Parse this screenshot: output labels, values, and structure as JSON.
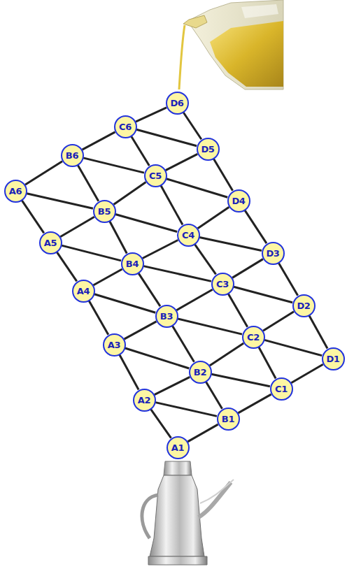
{
  "diagram": {
    "nodes": [
      {
        "text": [
          "D6"
        ]
      },
      {
        "text": [
          "C6"
        ]
      },
      {
        "text": [
          "D5"
        ]
      },
      {
        "text": [
          "B6"
        ]
      },
      {
        "text": [
          "C5"
        ]
      },
      {
        "text": [
          "A6"
        ]
      },
      {
        "text": [
          "D4"
        ]
      },
      {
        "text": [
          "B5"
        ]
      },
      {
        "text": [
          "C4"
        ]
      },
      {
        "text": [
          "A5"
        ]
      },
      {
        "text": [
          "D3"
        ]
      },
      {
        "text": [
          "B4"
        ]
      },
      {
        "text": [
          "C3"
        ]
      },
      {
        "text": [
          "A4"
        ]
      },
      {
        "text": [
          "D2"
        ]
      },
      {
        "text": [
          "B3"
        ]
      },
      {
        "text": [
          "C2"
        ]
      },
      {
        "text": [
          "A3"
        ]
      },
      {
        "text": [
          "D1"
        ]
      },
      {
        "text": [
          "B2"
        ]
      },
      {
        "text": [
          "C1"
        ]
      },
      {
        "text": [
          "A2"
        ]
      },
      {
        "text": [
          "B1"
        ]
      },
      {
        "text": [
          "A1"
        ]
      }
    ],
    "edges": [
      {
        "from": 23,
        "to": 21,
        "arrow": "none"
      },
      {
        "from": 21,
        "to": 17,
        "arrow": "none"
      },
      {
        "from": 17,
        "to": 13,
        "arrow": "none"
      },
      {
        "from": 13,
        "to": 9,
        "arrow": "none"
      },
      {
        "from": 9,
        "to": 5,
        "arrow": "none"
      },
      {
        "from": 22,
        "to": 19,
        "arrow": "none"
      },
      {
        "from": 19,
        "to": 15,
        "arrow": "none"
      },
      {
        "from": 15,
        "to": 11,
        "arrow": "none"
      },
      {
        "from": 11,
        "to": 7,
        "arrow": "none"
      },
      {
        "from": 7,
        "to": 3,
        "arrow": "none"
      },
      {
        "from": 20,
        "to": 16,
        "arrow": "none"
      },
      {
        "from": 16,
        "to": 12,
        "arrow": "none"
      },
      {
        "from": 12,
        "to": 8,
        "arrow": "none"
      },
      {
        "from": 8,
        "to": 4,
        "arrow": "none"
      },
      {
        "from": 4,
        "to": 1,
        "arrow": "none"
      },
      {
        "from": 18,
        "to": 14,
        "arrow": "none"
      },
      {
        "from": 14,
        "to": 10,
        "arrow": "none"
      },
      {
        "from": 10,
        "to": 6,
        "arrow": "none"
      },
      {
        "from": 6,
        "to": 2,
        "arrow": "none"
      },
      {
        "from": 2,
        "to": 0,
        "arrow": "none"
      },
      {
        "from": 23,
        "to": 22,
        "arrow": "none"
      },
      {
        "from": 22,
        "to": 20,
        "arrow": "none"
      },
      {
        "from": 20,
        "to": 18,
        "arrow": "none"
      },
      {
        "from": 21,
        "to": 19,
        "arrow": "none"
      },
      {
        "from": 19,
        "to": 16,
        "arrow": "none"
      },
      {
        "from": 16,
        "to": 14,
        "arrow": "none"
      },
      {
        "from": 17,
        "to": 15,
        "arrow": "none"
      },
      {
        "from": 15,
        "to": 12,
        "arrow": "none"
      },
      {
        "from": 12,
        "to": 10,
        "arrow": "none"
      },
      {
        "from": 13,
        "to": 11,
        "arrow": "none"
      },
      {
        "from": 11,
        "to": 8,
        "arrow": "none"
      },
      {
        "from": 8,
        "to": 6,
        "arrow": "none"
      },
      {
        "from": 9,
        "to": 7,
        "arrow": "none"
      },
      {
        "from": 7,
        "to": 4,
        "arrow": "none"
      },
      {
        "from": 4,
        "to": 2,
        "arrow": "none"
      },
      {
        "from": 5,
        "to": 3,
        "arrow": "none"
      },
      {
        "from": 3,
        "to": 1,
        "arrow": "none"
      },
      {
        "from": 1,
        "to": 0,
        "arrow": "none"
      },
      {
        "from": 21,
        "to": 22,
        "arrow": "none"
      },
      {
        "from": 17,
        "to": 19,
        "arrow": "none"
      },
      {
        "from": 13,
        "to": 15,
        "arrow": "none"
      },
      {
        "from": 9,
        "to": 11,
        "arrow": "none"
      },
      {
        "from": 5,
        "to": 7,
        "arrow": "none"
      },
      {
        "from": 19,
        "to": 20,
        "arrow": "none"
      },
      {
        "from": 15,
        "to": 16,
        "arrow": "none"
      },
      {
        "from": 11,
        "to": 12,
        "arrow": "none"
      },
      {
        "from": 7,
        "to": 8,
        "arrow": "none"
      },
      {
        "from": 3,
        "to": 4,
        "arrow": "none"
      },
      {
        "from": 16,
        "to": 18,
        "arrow": "none"
      },
      {
        "from": 12,
        "to": 14,
        "arrow": "none"
      },
      {
        "from": 8,
        "to": 10,
        "arrow": "none"
      },
      {
        "from": 4,
        "to": 6,
        "arrow": "none"
      },
      {
        "from": 1,
        "to": 2,
        "arrow": "none"
      }
    ]
  }
}
